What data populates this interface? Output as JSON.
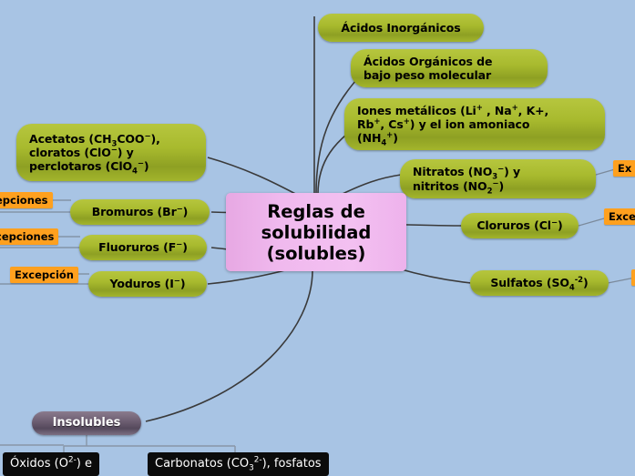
{
  "diagram": {
    "title": "Reglas de solubilidad (soluble / insoluble) mind map",
    "background_color": "#a8c4e4",
    "colors": {
      "leaf_green": "#a8ba2e",
      "center_pink": "#f0b9ee",
      "exception_orange": "#ffa01e",
      "insoluble_purple": "#6e5f73",
      "tooltip_black": "#0b0b0b",
      "edge_line": "#3a3a3a"
    }
  },
  "center": {
    "line1": "Reglas de",
    "line2": "solubilidad",
    "line3": "(solubles)"
  },
  "branches": {
    "acidos_inorganicos": "Ácidos Inorgánicos",
    "acidos_organicos_l1": "Ácidos Orgánicos de",
    "acidos_organicos_l2": "bajo peso molecular",
    "iones_metalicos_l1_a": "Iones metálicos (Li",
    "iones_metalicos_l1_b": " , Na",
    "iones_metalicos_l1_c": ", K+,",
    "iones_metalicos_l2_a": "Rb",
    "iones_metalicos_l2_b": ", Cs",
    "iones_metalicos_l2_c": ") y el ion amoniaco",
    "iones_metalicos_l3_a": "(NH",
    "iones_metalicos_l3_b": ")",
    "nitratos_l1_a": "Nitratos (NO",
    "nitratos_l1_b": ") y",
    "nitratos_l2_a": "nitritos (NO",
    "nitratos_l2_b": ")",
    "cloruros_a": "Cloruros (Cl",
    "cloruros_b": ")",
    "sulfatos_a": "Sulfatos (SO",
    "sulfatos_b": ")",
    "acetatos_l1_a": "Acetatos (CH",
    "acetatos_l1_b": "COO",
    "acetatos_l1_c": "),",
    "acetatos_l2_a": "cloratos (ClO",
    "acetatos_l2_b": ") y",
    "acetatos_l3_a": "perclotaros (ClO",
    "acetatos_l3_b": ")",
    "bromuros_a": "Bromuros (Br",
    "bromuros_b": ")",
    "fluoruros_a": "Fluoruros (F",
    "fluoruros_b": ")",
    "yoduros_a": "Yoduros (I",
    "yoduros_b": ")"
  },
  "exceptions": {
    "left_bromuros": "epciones",
    "left_fluoruros": "cepciones",
    "left_yoduros": "Excepción",
    "right_nitratos": "Ex",
    "right_cloruros": "Excep",
    "right_sulfatos": ""
  },
  "insolubles": {
    "label": "Insolubles",
    "child_oxidos_a": "Óxidos (O",
    "child_oxidos_b": ") e",
    "child_carbonatos_a": "Carbonatos (CO",
    "child_carbonatos_b": "), fosfatos"
  },
  "superscripts": {
    "plus": "+",
    "minus": "−",
    "two_minus": "2-",
    "minus_two": "-2",
    "three": "3",
    "two": "2",
    "four": "4"
  }
}
